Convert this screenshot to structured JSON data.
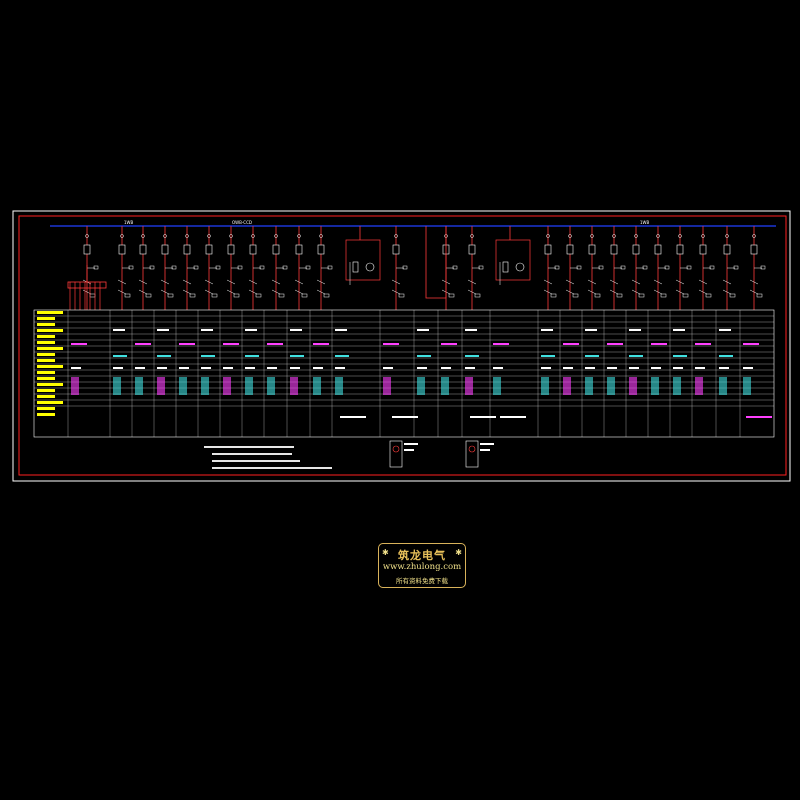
{
  "diagram": {
    "busbar_left_label": "1WB",
    "busbar_center_label": "OWB-CCD",
    "busbar_right_label": "1WB",
    "colors": {
      "background": "#000000",
      "frame_outer": "#ffffff",
      "frame_inner": "#ff0000",
      "busbar": "#2040ff",
      "circuit": "#ff3a3a",
      "table_line": "#ffffff",
      "row_header": "#ffff00",
      "magenta_text": "#ff40ff",
      "cyan_text": "#40e0e0",
      "white_text": "#ffffff"
    }
  },
  "watermark": {
    "title": "筑龙电气",
    "url": "www.zhulong.com",
    "subtitle": "所有资料免费下载",
    "icons": [
      "star-icon",
      "star-icon"
    ]
  }
}
